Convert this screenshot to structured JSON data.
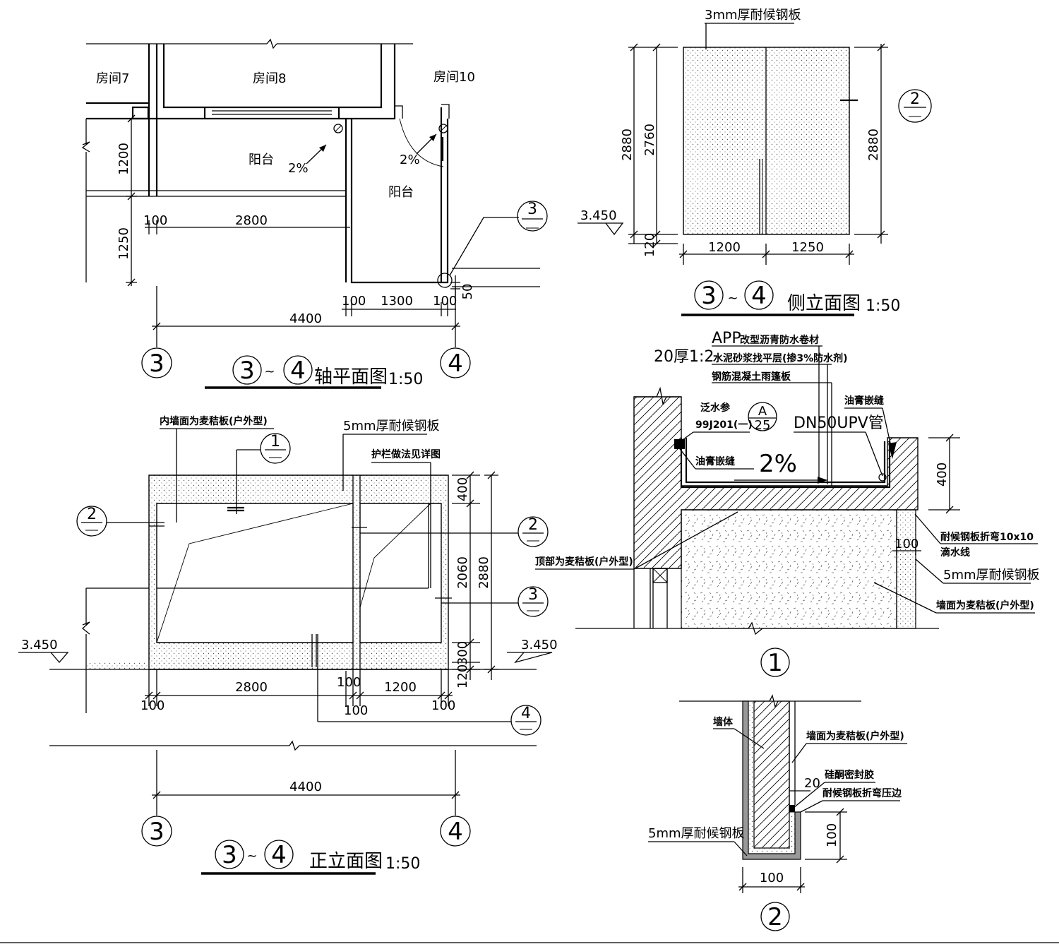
{
  "plan": {
    "room7": "房间7",
    "room8": "房间8",
    "room10": "房间10",
    "balcony_a": "阳台",
    "balcony_b": "阳台",
    "slope_a": "2%",
    "slope_b": "2%",
    "dim_1200": "1200",
    "dim_1250": "1250",
    "dim_100_top": "100",
    "dim_2800": "2800",
    "dim_100_a": "100",
    "dim_1300": "1300",
    "dim_100_b": "100",
    "dim_50": "50",
    "dim_4400": "4400",
    "axis_left": "3",
    "axis_right": "4",
    "callout_3": "3",
    "title_axis_a": "3",
    "title_tilde": "~",
    "title_axis_b": "4",
    "title_text": "轴平面图",
    "title_scale": "1:50"
  },
  "side": {
    "label_steel": "3mm厚耐候钢板",
    "dim_2880_l": "2880",
    "dim_2760": "2760",
    "dim_2880_r": "2880",
    "dim_120": "120",
    "elev": "3.450",
    "dim_1200": "1200",
    "dim_1250": "1250",
    "callout_2": "2",
    "title_axis_a": "3",
    "title_tilde": "~",
    "title_axis_b": "4",
    "title_text": "侧立面图",
    "title_scale": "1:50"
  },
  "front": {
    "label_inner": "内墙面为麦秸板(户外型)",
    "label_steel": "5mm厚耐候钢板",
    "label_rail": "护栏做法见详图",
    "callout_1": "1",
    "callout_2a": "2",
    "callout_2b": "2",
    "callout_3": "3",
    "callout_4": "4",
    "dim_400": "400",
    "dim_2060": "2060",
    "dim_2880": "2880",
    "dim_300": "300",
    "dim_120": "120",
    "elev_left": "3.450",
    "elev_right": "3.450",
    "dim_2800": "2800",
    "dim_100_top": "100",
    "dim_1200": "1200",
    "dim_100_l": "100",
    "dim_100_m": "100",
    "dim_100_r": "100",
    "dim_4400": "4400",
    "axis_left": "3",
    "axis_right": "4",
    "title_axis_a": "3",
    "title_tilde": "~",
    "title_axis_b": "4",
    "title_text": "正立面图",
    "title_scale": "1:50"
  },
  "detail1": {
    "layer_app_a": "APP",
    "layer_app_b": "改型沥青防水卷材",
    "layer_mortar_a": "20厚1:2",
    "layer_mortar_b": "水泥砂浆找平层(掺3%防水剂)",
    "layer_slab": "钢筋混凝土雨篷板",
    "flashing": "泛水参",
    "std": "99J201(一)",
    "ref_top": "A",
    "ref_bot": "25",
    "pipe": "DN50UPV管",
    "seal_right": "油膏嵌缝",
    "seal_left": "油膏嵌缝",
    "slope": "2%",
    "dim_400": "400",
    "steel_bend": "耐候钢板折弯10x10",
    "drip": "滴水线",
    "dim_100": "100",
    "steel_5mm": "5mm厚耐候钢板",
    "top_board": "顶部为麦秸板(户外型)",
    "wall_board": "墙面为麦秸板(户外型)",
    "number": "1"
  },
  "detail2": {
    "wall": "墙体",
    "wall_board": "墙面为麦秸板(户外型)",
    "silicone": "硅酮密封胶",
    "dim_20": "20",
    "steel_edge": "耐候钢板折弯压边",
    "dim_100_v": "100",
    "steel_5mm": "5mm厚耐候钢板",
    "dim_100_h": "100",
    "number": "2"
  }
}
